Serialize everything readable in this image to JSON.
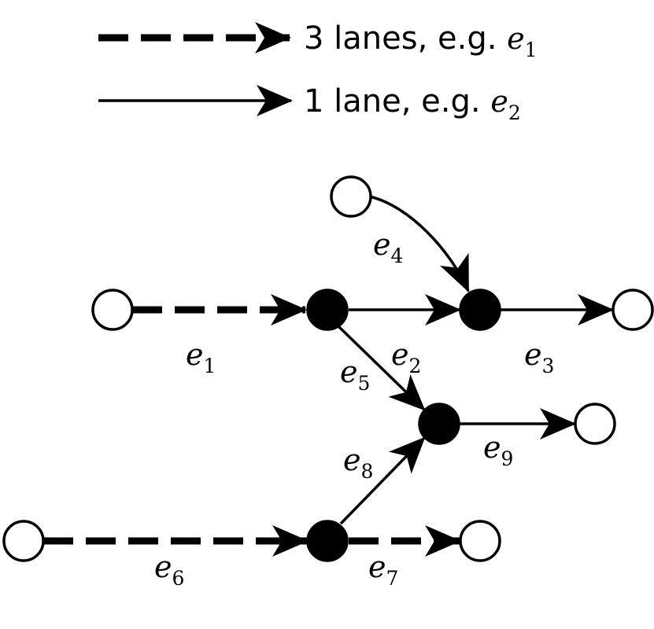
{
  "legend": {
    "items": [
      {
        "style": "thick-dashed",
        "text": "3 lanes, e.g. ",
        "example_edge": {
          "base": "e",
          "sub": "1"
        }
      },
      {
        "style": "thin-solid",
        "text": "1 lane, e.g. ",
        "example_edge": {
          "base": "e",
          "sub": "2"
        }
      }
    ]
  },
  "nodes": [
    {
      "id": "n1",
      "kind": "open"
    },
    {
      "id": "n2",
      "kind": "filled"
    },
    {
      "id": "n3",
      "kind": "filled"
    },
    {
      "id": "n4",
      "kind": "open"
    },
    {
      "id": "n5",
      "kind": "open"
    },
    {
      "id": "n6",
      "kind": "filled"
    },
    {
      "id": "n7",
      "kind": "open"
    },
    {
      "id": "n8",
      "kind": "open"
    },
    {
      "id": "n9",
      "kind": "filled"
    },
    {
      "id": "n10",
      "kind": "open"
    }
  ],
  "edges": [
    {
      "id": "e1",
      "label": {
        "base": "e",
        "sub": "1"
      },
      "lanes": 3,
      "from": "n1",
      "to": "n2"
    },
    {
      "id": "e2",
      "label": {
        "base": "e",
        "sub": "2"
      },
      "lanes": 1,
      "from": "n2",
      "to": "n3"
    },
    {
      "id": "e3",
      "label": {
        "base": "e",
        "sub": "3"
      },
      "lanes": 1,
      "from": "n3",
      "to": "n4"
    },
    {
      "id": "e4",
      "label": {
        "base": "e",
        "sub": "4"
      },
      "lanes": 1,
      "from": "n5",
      "to": "n3"
    },
    {
      "id": "e5",
      "label": {
        "base": "e",
        "sub": "5"
      },
      "lanes": 1,
      "from": "n2",
      "to": "n6"
    },
    {
      "id": "e6",
      "label": {
        "base": "e",
        "sub": "6"
      },
      "lanes": 3,
      "from": "n8",
      "to": "n9"
    },
    {
      "id": "e7",
      "label": {
        "base": "e",
        "sub": "7"
      },
      "lanes": 3,
      "from": "n9",
      "to": "n10"
    },
    {
      "id": "e8",
      "label": {
        "base": "e",
        "sub": "8"
      },
      "lanes": 1,
      "from": "n9",
      "to": "n6"
    },
    {
      "id": "e9",
      "label": {
        "base": "e",
        "sub": "9"
      },
      "lanes": 1,
      "from": "n6",
      "to": "n7"
    }
  ]
}
